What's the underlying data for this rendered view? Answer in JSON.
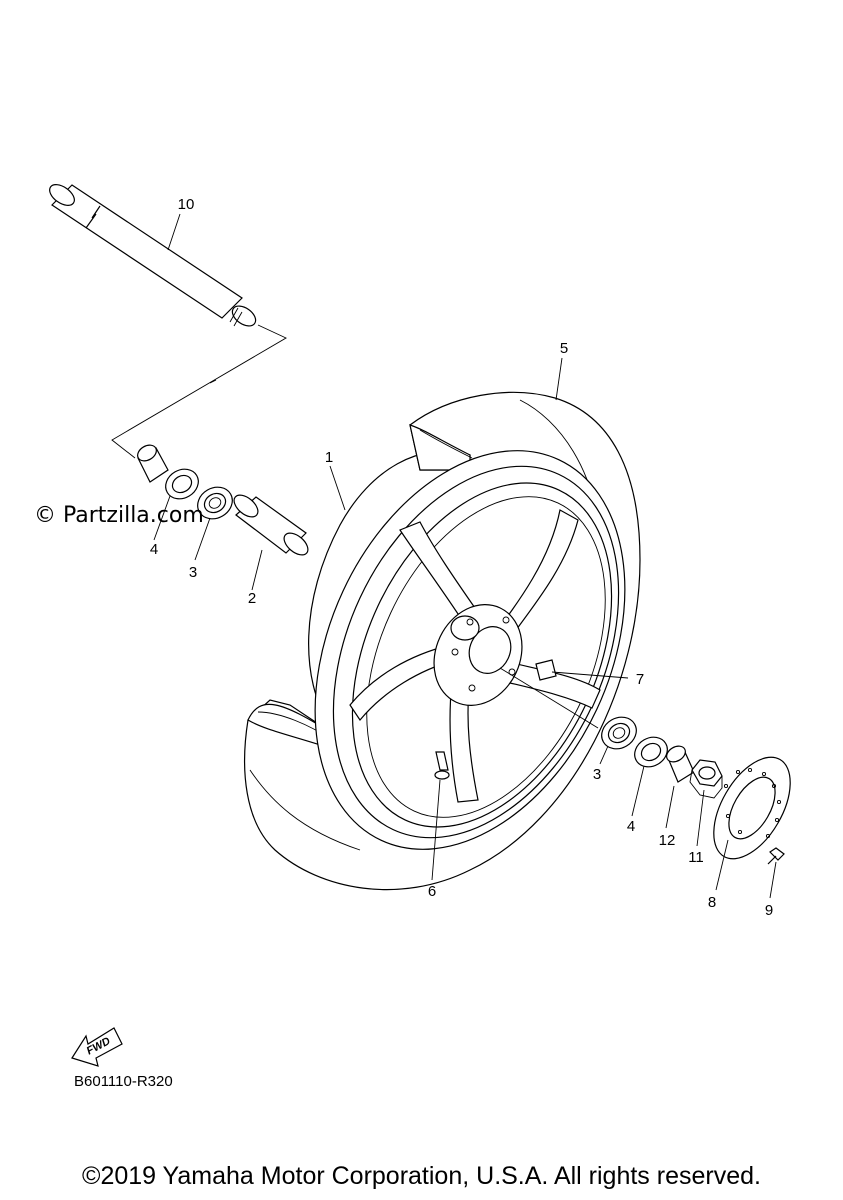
{
  "watermark": "© Partzilla.com",
  "diagram_code": "B601110-R320",
  "copyright": "©2019 Yamaha Motor Corporation, U.S.A. All rights reserved.",
  "fwd_label": "FWD",
  "callouts": [
    {
      "id": "c10",
      "label": "10"
    },
    {
      "id": "c5",
      "label": "5"
    },
    {
      "id": "c1",
      "label": "1"
    },
    {
      "id": "c4a",
      "label": "4"
    },
    {
      "id": "c3a",
      "label": "3"
    },
    {
      "id": "c2",
      "label": "2"
    },
    {
      "id": "c7",
      "label": "7"
    },
    {
      "id": "c3b",
      "label": "3"
    },
    {
      "id": "c4b",
      "label": "4"
    },
    {
      "id": "c12",
      "label": "12"
    },
    {
      "id": "c11",
      "label": "11"
    },
    {
      "id": "c8",
      "label": "8"
    },
    {
      "id": "c9",
      "label": "9"
    },
    {
      "id": "c6",
      "label": "6"
    }
  ]
}
